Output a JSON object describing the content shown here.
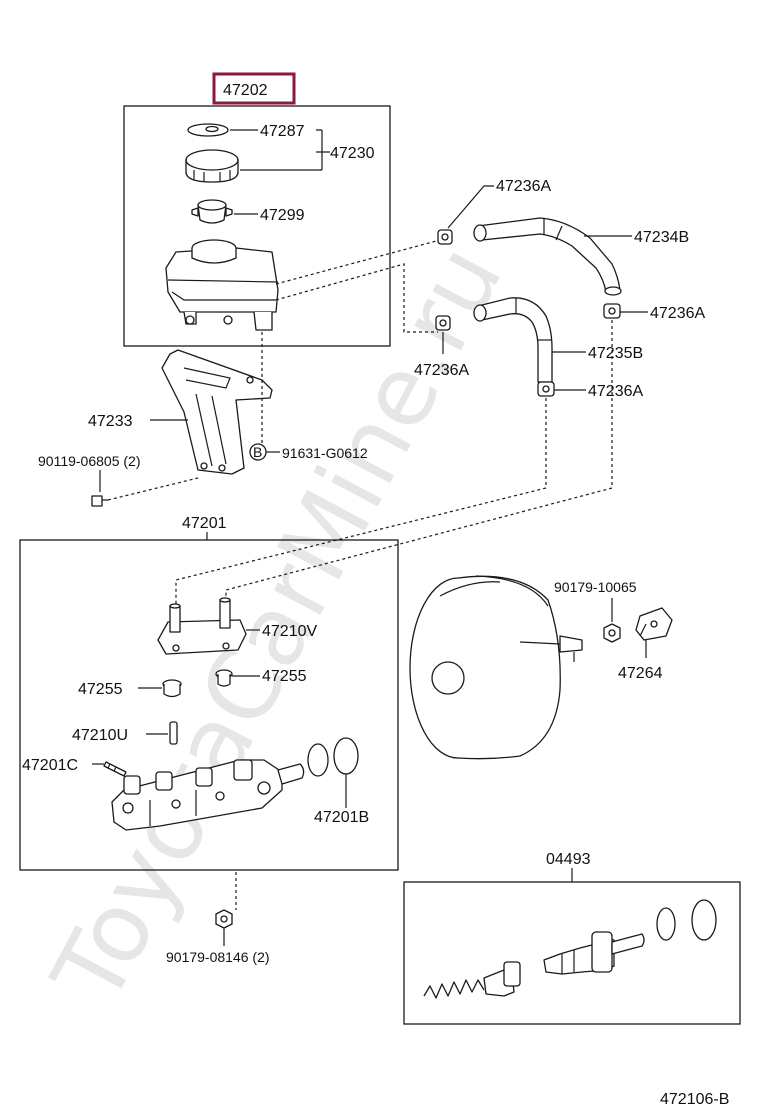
{
  "watermark": "ToyotaCarMine.ru",
  "diagram_code": "472106-B",
  "highlight_color": "#8b1a3c",
  "labels": {
    "p47202": "47202",
    "p47287": "47287",
    "p47230": "47230",
    "p47299": "47299",
    "p47236A_1": "47236A",
    "p47234B": "47234B",
    "p47236A_2": "47236A",
    "p47236A_3": "47236A",
    "p47235B": "47235B",
    "p47236A_4": "47236A",
    "p47233": "47233",
    "p90119": "90119-06805 (2)",
    "bolt_b": "B",
    "p91631": "91631-G0612",
    "p47201": "47201",
    "p47210V": "47210V",
    "p47255_a": "47255",
    "p47255_b": "47255",
    "p47210U": "47210U",
    "p47201C": "47201C",
    "p47201B": "47201B",
    "p90179_10065": "90179-10065",
    "p47264": "47264",
    "p04493": "04493",
    "p90179_08146": "90179-08146 (2)"
  }
}
